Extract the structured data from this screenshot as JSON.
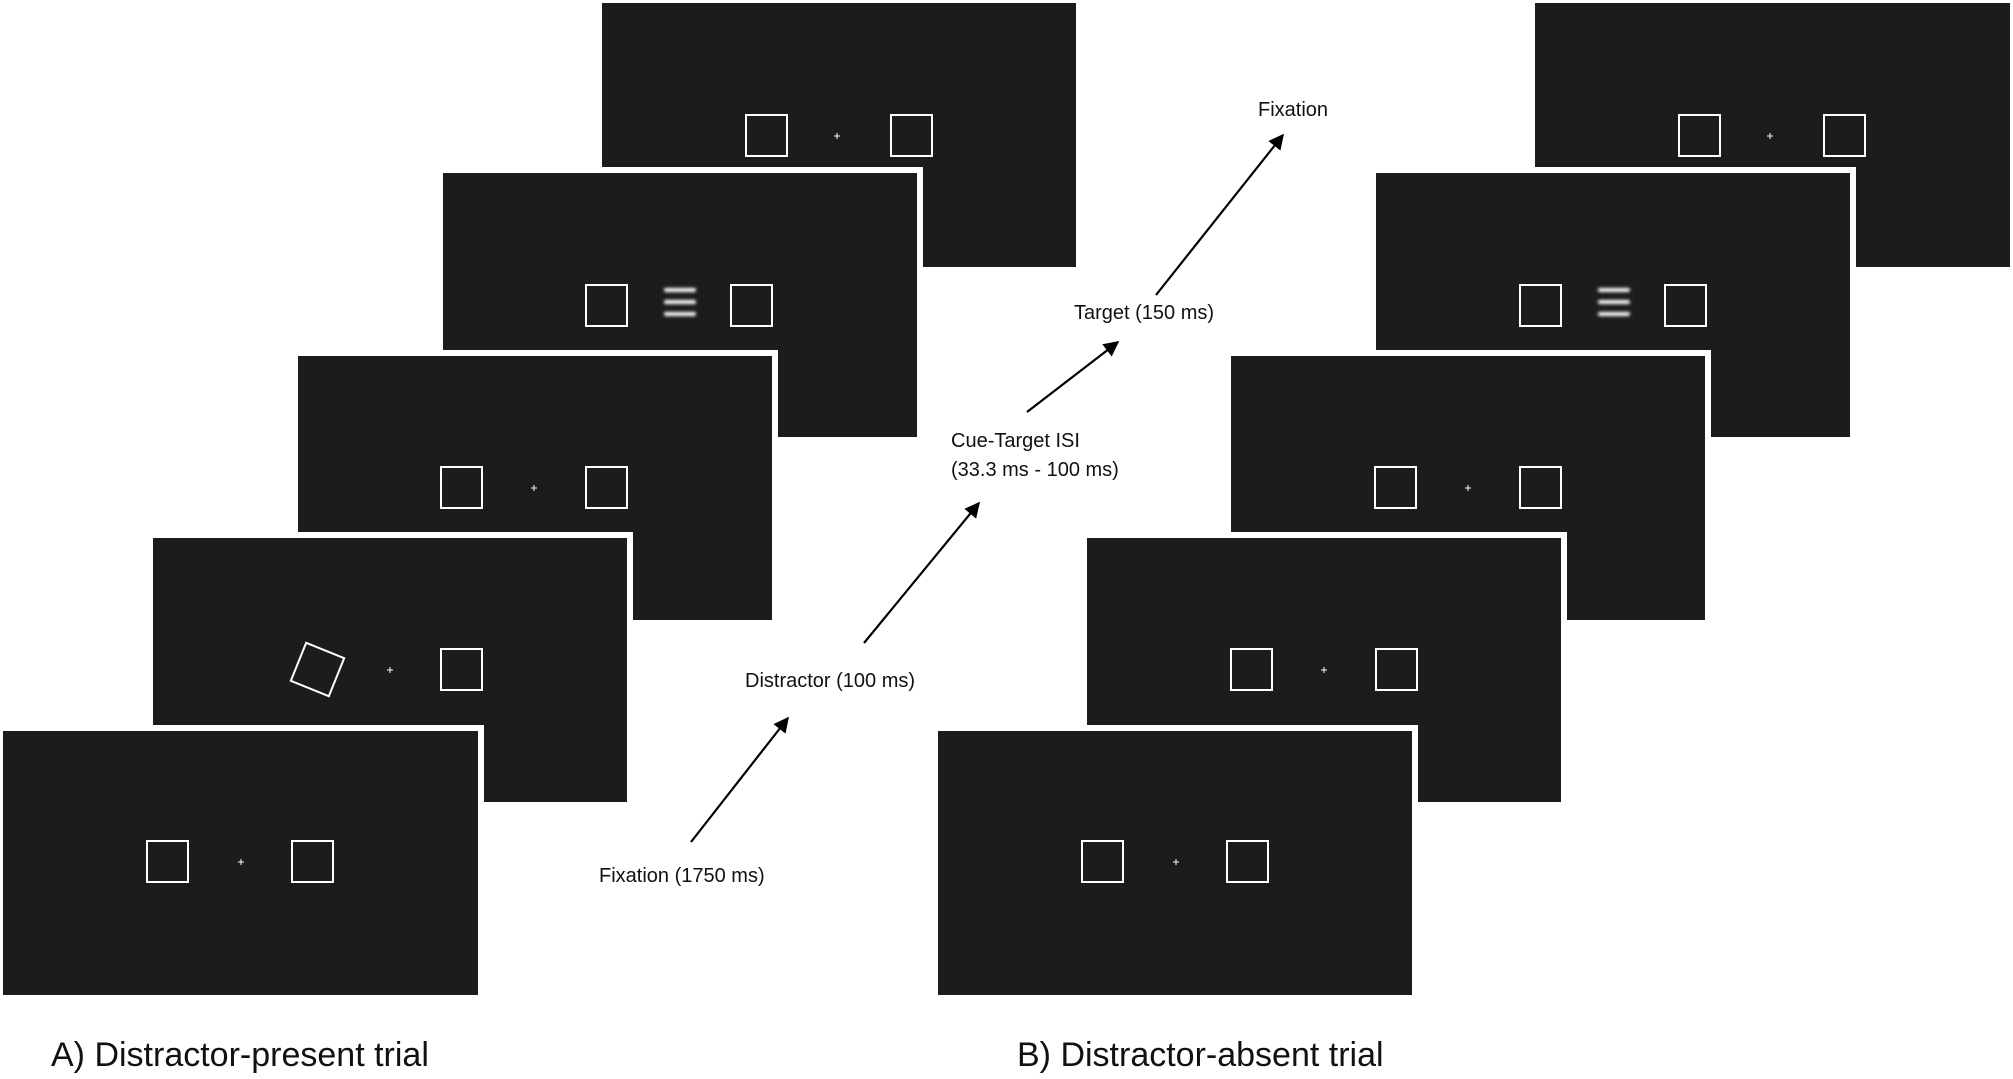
{
  "steps": {
    "fixation_end": "Fixation",
    "target": "Target (150 ms)",
    "isi_line1": "Cue-Target ISI",
    "isi_line2": "(33.3 ms - 100 ms)",
    "distractor": "Distractor (100 ms)",
    "fixation_start": "Fixation (1750 ms)"
  },
  "panels": {
    "a": "A) Distractor-present trial",
    "b": "B) Distractor-absent trial"
  },
  "colors": {
    "screen": "#1c1c1c",
    "placeholder": "#ffffff",
    "arrow": "#000000"
  }
}
